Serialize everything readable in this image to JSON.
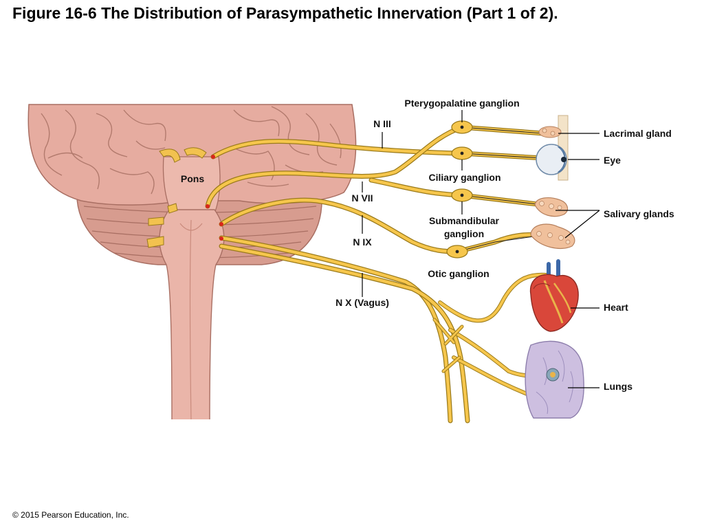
{
  "title": "Figure 16-6 The Distribution of Parasympathetic Innervation (Part 1 of 2).",
  "copyright": "© 2015 Pearson Education, Inc.",
  "labels": {
    "pterygopalatine_ganglion": "Pterygopalatine ganglion",
    "n_iii": "N III",
    "ciliary_ganglion": "Ciliary ganglion",
    "pons": "Pons",
    "n_vii": "N VII",
    "submandibular_ganglion_line1": "Submandibular",
    "submandibular_ganglion_line2": "ganglion",
    "n_ix": "N IX",
    "otic_ganglion": "Otic ganglion",
    "n_x_vagus": "N X (Vagus)",
    "lacrimal_gland": "Lacrimal gland",
    "eye": "Eye",
    "salivary_glands": "Salivary glands",
    "heart": "Heart",
    "lungs": "Lungs"
  },
  "colors": {
    "nerve_fill": "#f6c64c",
    "nerve_outline": "#9a7a1a",
    "brain": "#e6aca0",
    "brainstem": "#eab5a9",
    "cerebellum": "#d79c8f",
    "origin_dot": "#d8261c",
    "heart": "#d9473a",
    "lung": "#cdbfe0",
    "eye": "#7fa9d8",
    "gland": "#f0c09c"
  },
  "icons": {
    "brain": "brain-icon",
    "eye": "eye-icon",
    "heart": "heart-icon",
    "lungs": "lungs-icon",
    "gland": "gland-icon"
  }
}
